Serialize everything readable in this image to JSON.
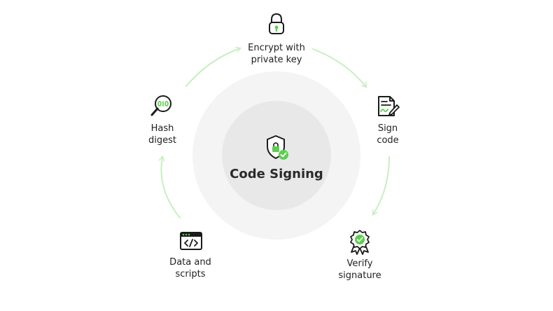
{
  "center": {
    "title": "Code Signing",
    "icon": "shield-lock-check-icon"
  },
  "steps": [
    {
      "id": "encrypt",
      "icon": "padlock-icon",
      "lines": [
        "Encrypt with",
        "private key"
      ]
    },
    {
      "id": "sign",
      "icon": "signed-document-icon",
      "lines": [
        "Sign",
        "code"
      ]
    },
    {
      "id": "verify",
      "icon": "verified-badge-icon",
      "lines": [
        "Verify",
        "signature"
      ]
    },
    {
      "id": "data",
      "icon": "code-window-icon",
      "lines": [
        "Data and",
        "scripts"
      ]
    },
    {
      "id": "hash",
      "icon": "binary-magnifier-icon",
      "lines": [
        "Hash",
        "digest"
      ]
    }
  ],
  "colors": {
    "accent": "#5ccf4e",
    "arrow": "#c7efc0",
    "outer_ring": "#f4f4f4",
    "inner_circle": "#e8e8e8",
    "icon_stroke": "#1c1c1c"
  }
}
